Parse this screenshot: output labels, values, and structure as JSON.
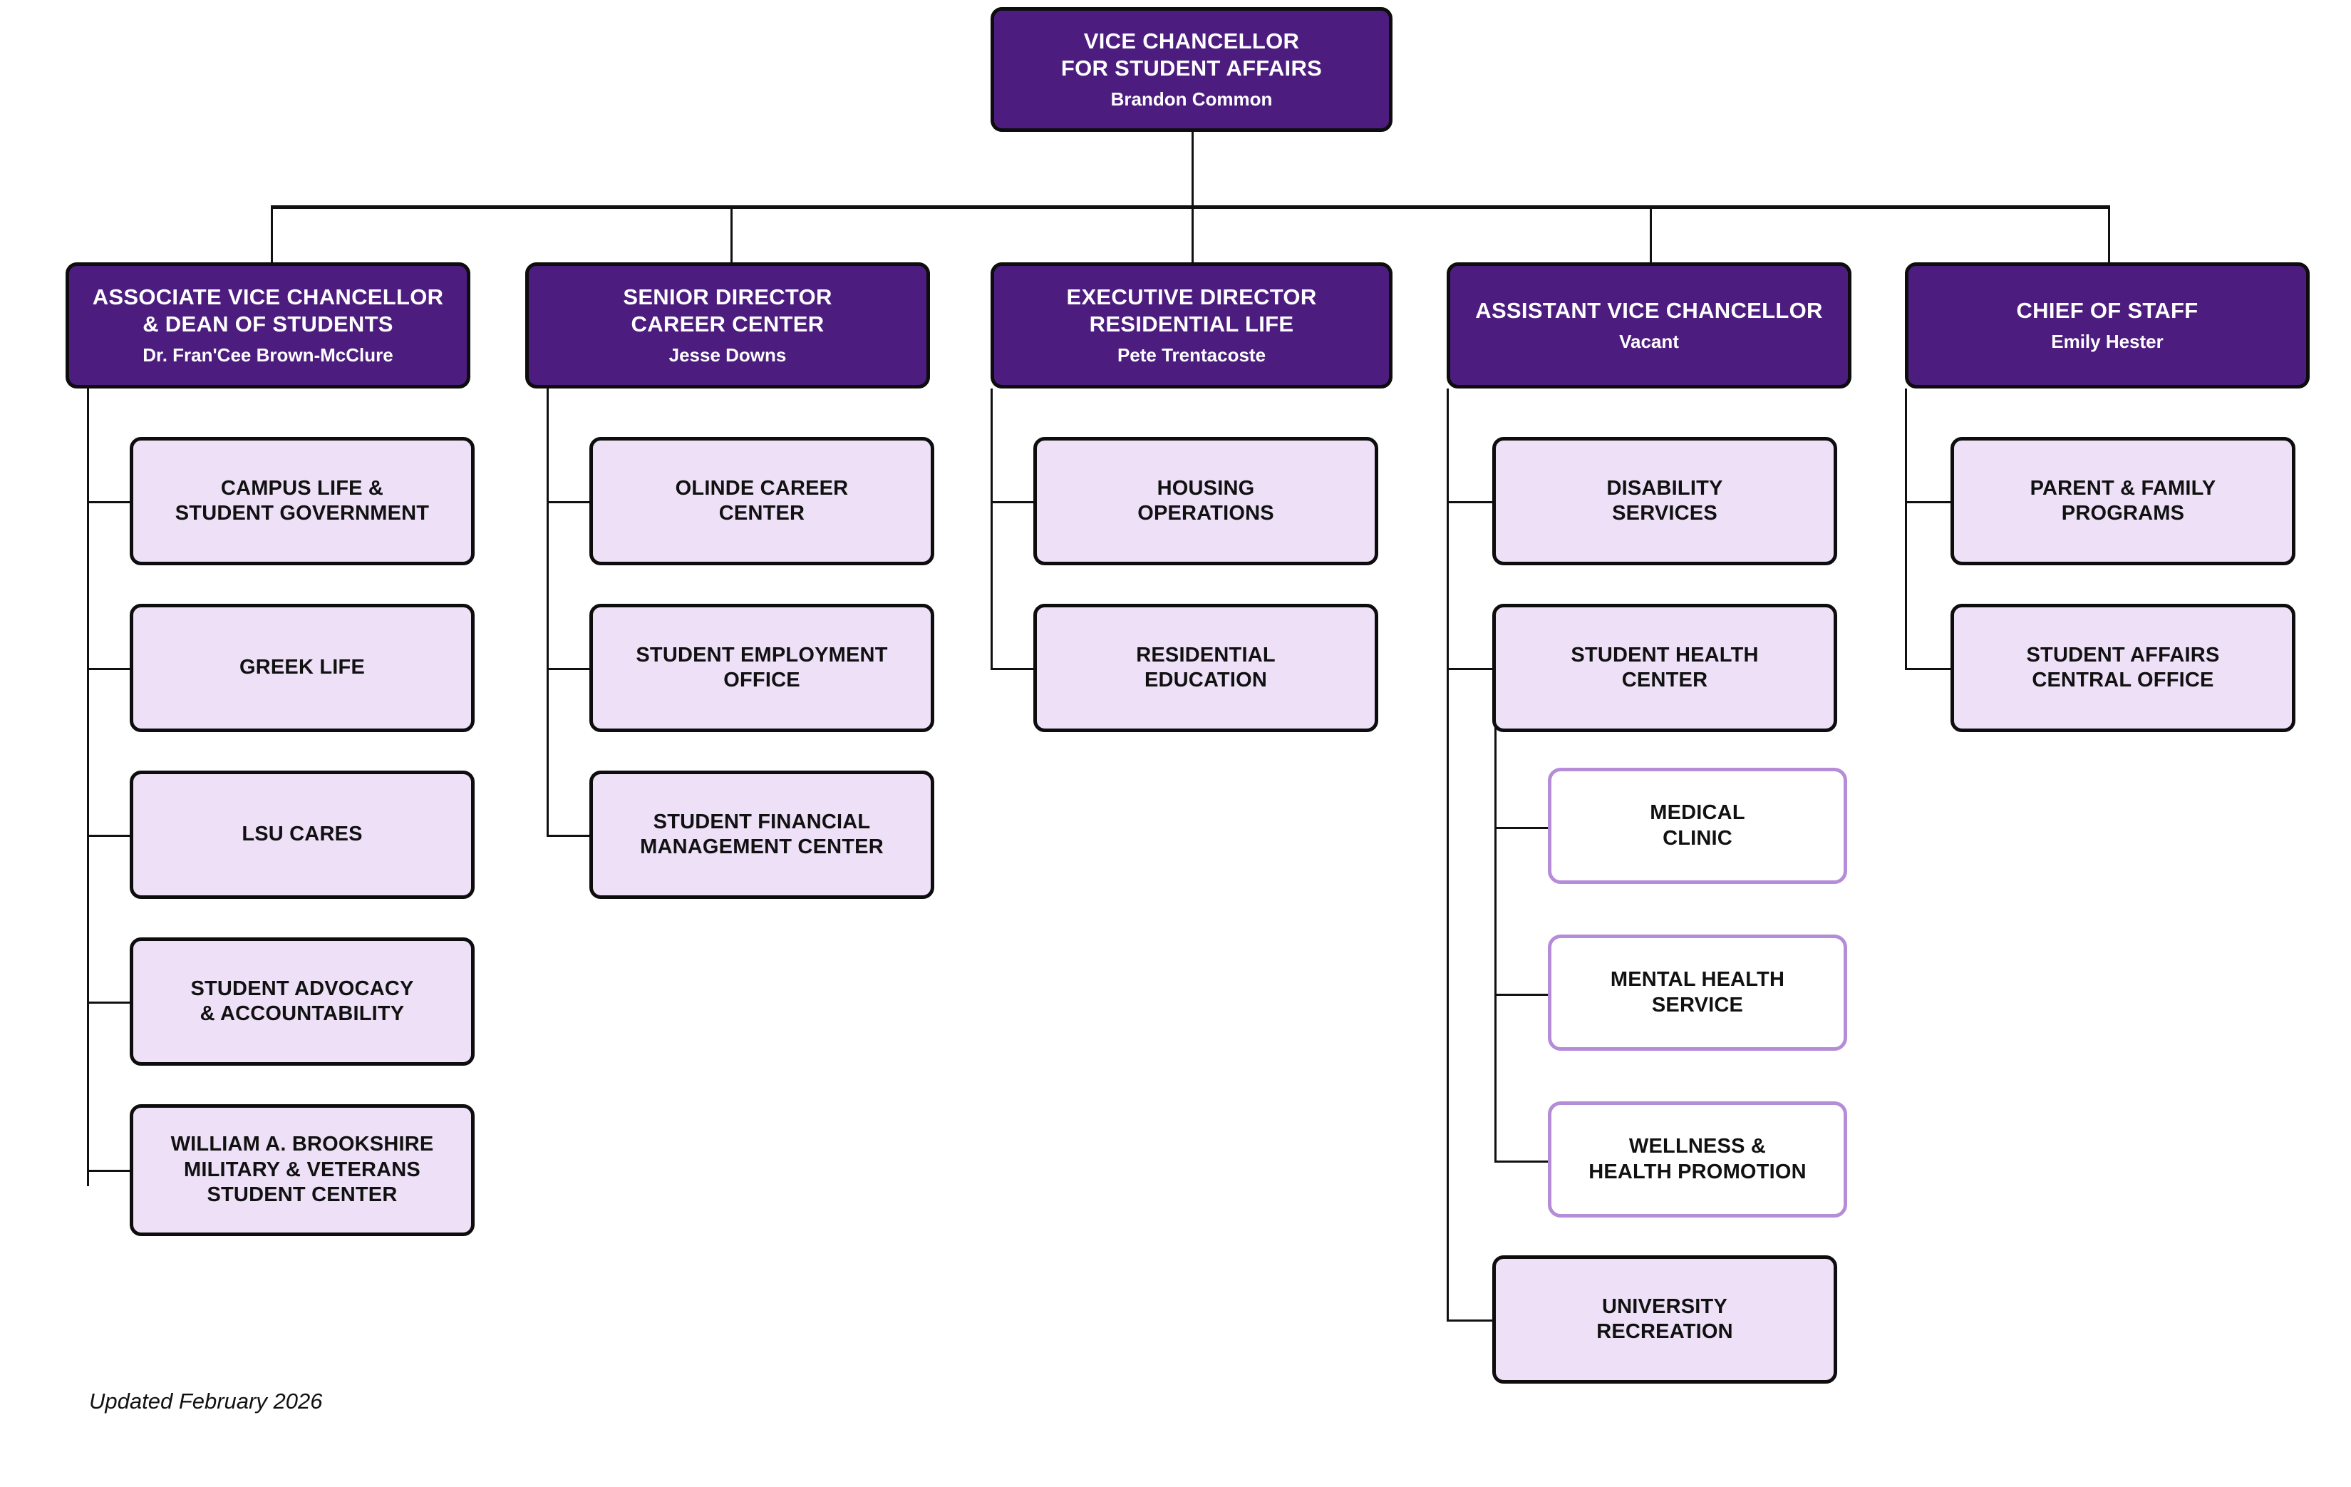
{
  "meta": {
    "footnote": "Updated February 2026",
    "colors": {
      "exec_fill": "#4C1D7F",
      "exec_text": "#FFFFFF",
      "unit_fill": "#EDE0F7",
      "sub_fill": "#FFFFFF",
      "sub_border": "#B48CD8",
      "line": "#111111",
      "page_background": "#FFFFFF"
    }
  },
  "root": {
    "title": "VICE CHANCELLOR\nFOR STUDENT AFFAIRS",
    "person": "Brandon Common"
  },
  "divisions": [
    {
      "title": "ASSOCIATE VICE CHANCELLOR\n& DEAN OF STUDENTS",
      "person": "Dr. Fran'Cee Brown-McClure",
      "children": [
        {
          "title": "CAMPUS LIFE &\nSTUDENT GOVERNMENT"
        },
        {
          "title": "GREEK LIFE"
        },
        {
          "title": "LSU CARES"
        },
        {
          "title": "STUDENT ADVOCACY\n& ACCOUNTABILITY"
        },
        {
          "title": "WILLIAM A. BROOKSHIRE\nMILITARY & VETERANS\nSTUDENT CENTER"
        }
      ]
    },
    {
      "title": "SENIOR DIRECTOR\nCAREER CENTER",
      "person": "Jesse Downs",
      "children": [
        {
          "title": "OLINDE CAREER\nCENTER"
        },
        {
          "title": "STUDENT EMPLOYMENT\nOFFICE"
        },
        {
          "title": "STUDENT FINANCIAL\nMANAGEMENT CENTER"
        }
      ]
    },
    {
      "title": "EXECUTIVE DIRECTOR\nRESIDENTIAL LIFE",
      "person": "Pete Trentacoste",
      "children": [
        {
          "title": "HOUSING\nOPERATIONS"
        },
        {
          "title": "RESIDENTIAL\nEDUCATION"
        }
      ]
    },
    {
      "title": "ASSISTANT VICE CHANCELLOR",
      "person": "Vacant",
      "children": [
        {
          "title": "DISABILITY\nSERVICES"
        },
        {
          "title": "STUDENT HEALTH\nCENTER",
          "subchildren": [
            {
              "title": "MEDICAL\nCLINIC"
            },
            {
              "title": "MENTAL HEALTH\nSERVICE"
            },
            {
              "title": "WELLNESS &\nHEALTH PROMOTION"
            }
          ]
        },
        {
          "title": "UNIVERSITY\nRECREATION"
        }
      ]
    },
    {
      "title": "CHIEF OF STAFF",
      "person": "Emily Hester",
      "children": [
        {
          "title": "PARENT & FAMILY\nPROGRAMS"
        },
        {
          "title": "STUDENT AFFAIRS\nCENTRAL OFFICE"
        }
      ]
    }
  ]
}
